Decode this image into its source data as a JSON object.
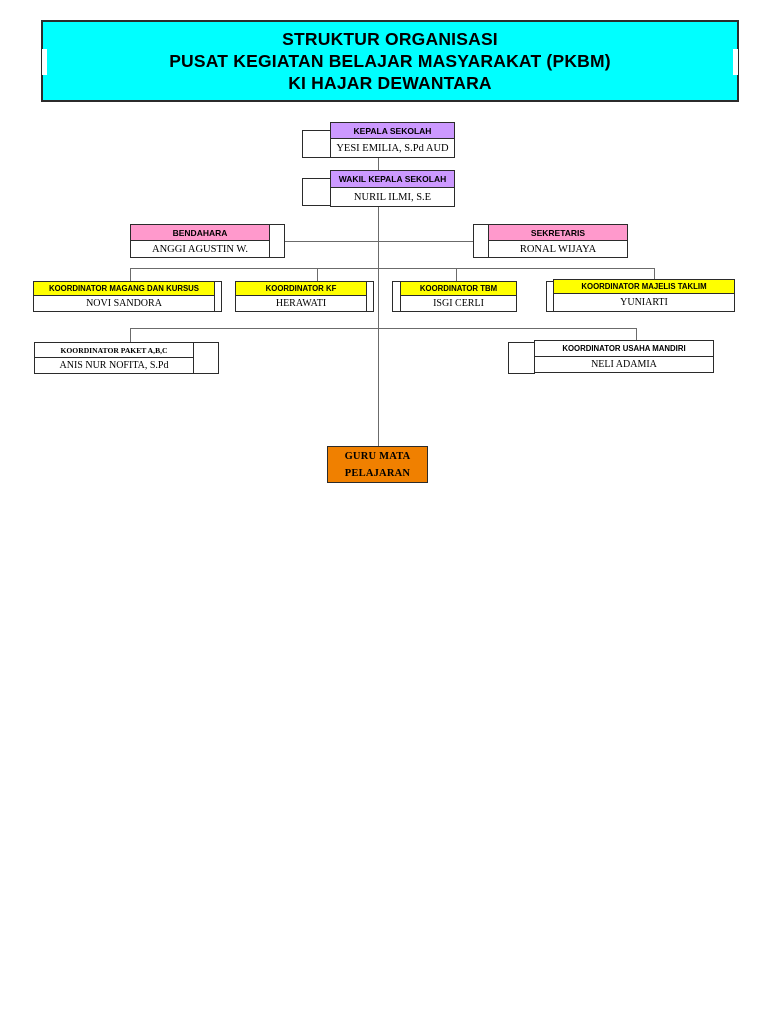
{
  "title": {
    "line1": "STRUKTUR ORGANISASI",
    "line2": "PUSAT KEGIATAN BELAJAR MASYARAKAT (PKBM)",
    "line3": "KI HAJAR DEWANTARA"
  },
  "colors": {
    "banner_bg": "#00FFFF",
    "top_header": "#CC99FF",
    "officer_header": "#FF99CC",
    "coordinator_header": "#FFFF00",
    "plain_header": "#FFFFFF",
    "terminal_bg": "#F08000",
    "border": "#2b2b2b",
    "line": "#6b6b6b"
  },
  "nodes": {
    "kepala_sekolah": {
      "title": "KEPALA  SEKOLAH",
      "name": "YESI EMILIA, S.Pd AUD"
    },
    "wakil_kepala_sekolah": {
      "title": "WAKIL KEPALA SEKOLAH",
      "name": "NURIL ILMI, S.E"
    },
    "bendahara": {
      "title": "BENDAHARA",
      "name": "ANGGI AGUSTIN W."
    },
    "sekretaris": {
      "title": "SEKRETARIS",
      "name": "RONAL WIJAYA"
    },
    "koordinator_magang": {
      "title": "KOORDINATOR MAGANG DAN KURSUS",
      "name": "NOVI SANDORA"
    },
    "koordinator_kf": {
      "title": "KOORDINATOR KF",
      "name": "HERAWATI"
    },
    "koordinator_tbm": {
      "title": "KOORDINATOR TBM",
      "name": "ISGI CERLI"
    },
    "koordinator_majelis_taklim": {
      "title": "KOORDINATOR MAJELIS  TAKLIM",
      "name": "YUNIARTI"
    },
    "koordinator_paket_abc": {
      "title": "KOORDINATOR PAKET A,B,C",
      "name": "ANIS NUR NOFITA, S.Pd"
    },
    "koordinator_usaha_mandiri": {
      "title": "KOORDINATOR USAHA MANDIRI",
      "name": "NELI ADAMIA"
    },
    "guru_mata_pelajaran": {
      "line1": "GURU MATA",
      "line2": "PELAJARAN"
    }
  }
}
